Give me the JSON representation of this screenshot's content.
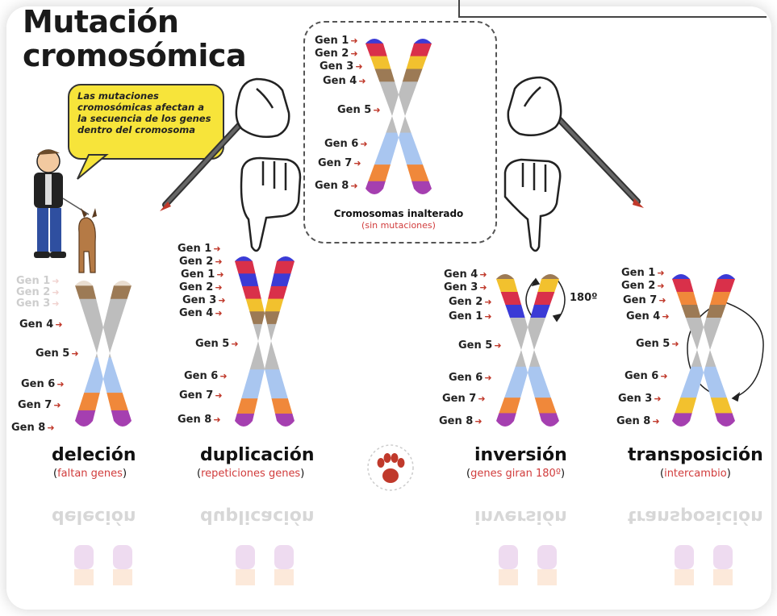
{
  "title_line1": "Mutación",
  "title_line2": "cromosómica",
  "speech_bubble": "Las mutaciones cromosómicas afectan a la secuencia de los genes dentro del cromosoma",
  "center": {
    "caption": "Cromosomas inalterado",
    "subcaption": "(sin mutaciones)",
    "genes": [
      "Gen 1",
      "Gen 2",
      "Gen 3",
      "Gen 4",
      "Gen 5",
      "Gen 6",
      "Gen 7",
      "Gen 8"
    ]
  },
  "panels": [
    {
      "id": "delecion",
      "title": "deleción",
      "subtitle_open": "(",
      "subtitle": "faltan genes",
      "subtitle_close": ")",
      "faded_genes": [
        "Gen 1",
        "Gen 2",
        "Gen 3"
      ],
      "genes": [
        "Gen 4",
        "Gen 5",
        "Gen 6",
        "Gen 7",
        "Gen 8"
      ]
    },
    {
      "id": "duplicacion",
      "title": "duplicación",
      "subtitle_open": "(",
      "subtitle": "repeticiones genes",
      "subtitle_close": ")",
      "genes": [
        "Gen 1",
        "Gen 2",
        "Gen 1",
        "Gen 2",
        "Gen 3",
        "Gen 4",
        "Gen 5",
        "Gen 6",
        "Gen 7",
        "Gen 8"
      ]
    },
    {
      "id": "inversion",
      "title": "inversión",
      "subtitle_open": "(",
      "subtitle": "genes giran 180º",
      "subtitle_close": ")",
      "genes": [
        "Gen 4",
        "Gen 3",
        "Gen 2",
        "Gen 1",
        "Gen 5",
        "Gen 6",
        "Gen 7",
        "Gen 8"
      ],
      "rotation_label": "180º"
    },
    {
      "id": "transposicion",
      "title": "transposición",
      "subtitle_open": "(",
      "subtitle": "intercambio",
      "subtitle_close": ")",
      "genes": [
        "Gen 1",
        "Gen 2",
        "Gen 7",
        "Gen 4",
        "Gen 5",
        "Gen 6",
        "Gen 3",
        "Gen 8"
      ]
    }
  ],
  "colors": {
    "gen1": "#3b3bd6",
    "gen2": "#d9304a",
    "gen3": "#f2c12e",
    "gen4": "#9c7a55",
    "gen5": "#bdbdbd",
    "gen6": "#a9c6f0",
    "gen7": "#f0883a",
    "gen8": "#a53fb0",
    "arrow": "#c0392b",
    "bubble": "#f7e43a",
    "subtitle": "#d13c3c"
  },
  "icons": [
    "pointing-hand-icon",
    "pen-icon",
    "paw-logo-icon",
    "person-with-dog-icon"
  ]
}
